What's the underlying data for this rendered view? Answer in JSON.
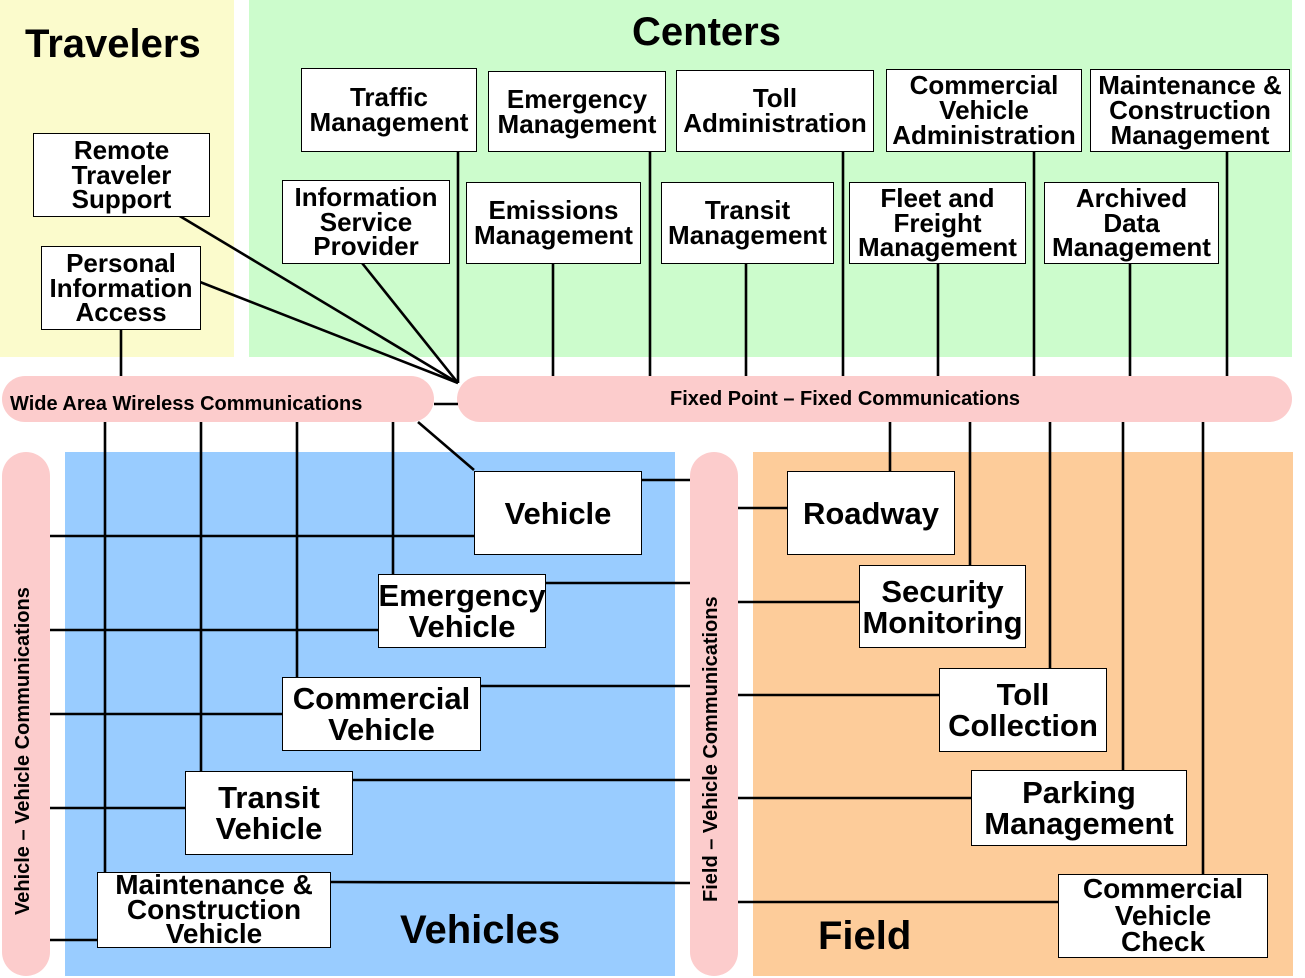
{
  "regions": {
    "travelers": "Travelers",
    "centers": "Centers",
    "vehicles": "Vehicles",
    "field": "Field"
  },
  "buses": {
    "wide_area": "Wide Area Wireless Communications",
    "fixed_point": "Fixed Point – Fixed Communications",
    "vehicle_vehicle": "Vehicle – Vehicle Communications",
    "field_vehicle": "Field – Vehicle Communications"
  },
  "travelers": {
    "remote_traveler_support": "Remote\nTraveler\nSupport",
    "personal_information_access": "Personal\nInformation\nAccess"
  },
  "centers": {
    "traffic_management": "Traffic\nManagement",
    "emergency_management": "Emergency\nManagement",
    "toll_administration": "Toll\nAdministration",
    "commercial_vehicle_administration": "Commercial\nVehicle\nAdministration",
    "maintenance_construction_management": "Maintenance &\nConstruction\nManagement",
    "information_service_provider": "Information\nService\nProvider",
    "emissions_management": "Emissions\nManagement",
    "transit_management": "Transit\nManagement",
    "fleet_freight_management": "Fleet and\nFreight\nManagement",
    "archived_data_management": "Archived\nData\nManagement"
  },
  "vehicles": {
    "vehicle": "Vehicle",
    "emergency_vehicle": "Emergency\nVehicle",
    "commercial_vehicle": "Commercial\nVehicle",
    "transit_vehicle": "Transit\nVehicle",
    "maintenance_construction_vehicle": "Maintenance &\nConstruction\nVehicle"
  },
  "field": {
    "roadway": "Roadway",
    "security_monitoring": "Security\nMonitoring",
    "toll_collection": "Toll\nCollection",
    "parking_management": "Parking\nManagement",
    "commercial_vehicle_check": "Commercial\nVehicle\nCheck"
  }
}
